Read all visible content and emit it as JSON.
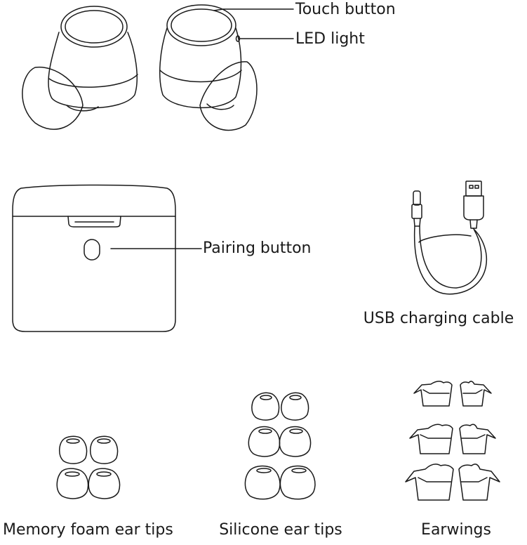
{
  "callouts": {
    "touch_button": "Touch button",
    "led_light": "LED light",
    "pairing_button": "Pairing button"
  },
  "captions": {
    "usb_cable": "USB charging cable",
    "memory_foam": "Memory foam ear tips",
    "silicone": "Silicone ear tips",
    "earwings": "Earwings"
  },
  "colors": {
    "line": "#1a1a1a",
    "background": "#ffffff"
  }
}
